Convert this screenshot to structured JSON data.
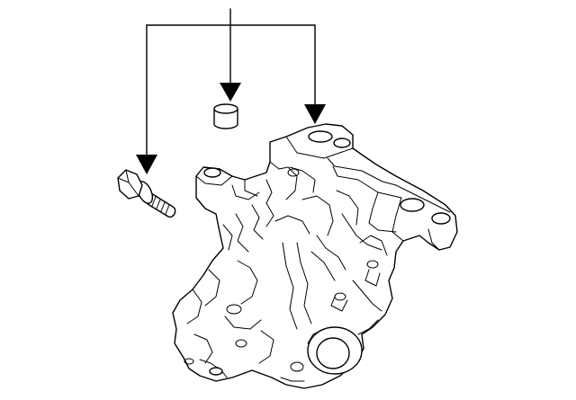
{
  "diagram": {
    "kind": "exploded-parts-view",
    "line_color": "#000000",
    "background_color": "#ffffff",
    "parts": [
      {
        "id": "bolt",
        "icon": "flange-bolt-icon"
      },
      {
        "id": "dowel",
        "icon": "dowel-pin-icon"
      },
      {
        "id": "oil-pump",
        "icon": "oil-pump-assembly-icon"
      }
    ],
    "callout": {
      "targets": [
        "bolt",
        "dowel",
        "oil-pump"
      ]
    }
  }
}
